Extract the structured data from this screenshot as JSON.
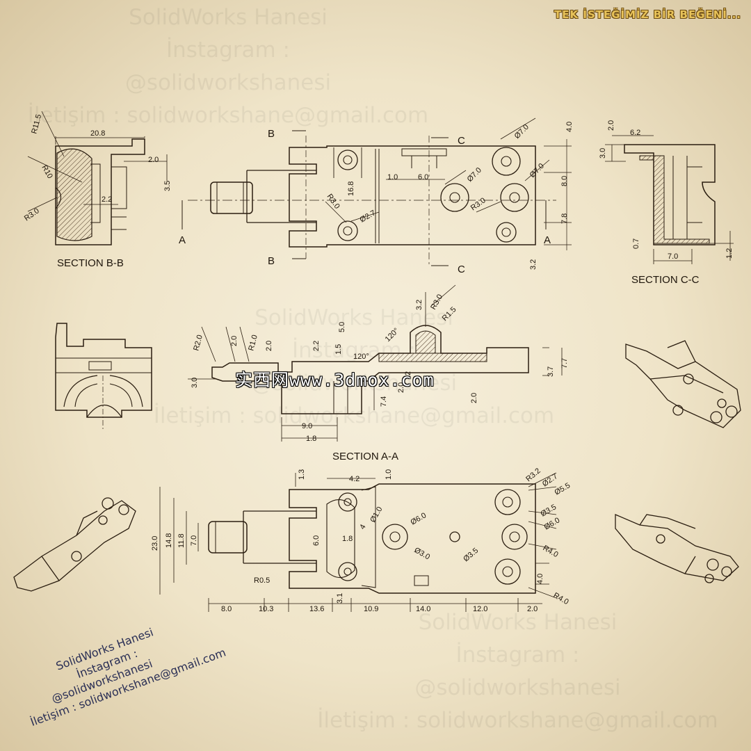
{
  "banner": "TEK İSTEĞİMİZ BİR BEĞENİ...",
  "watermark": {
    "line1": "SolidWorks Hanesi",
    "line2": "İnstagram :",
    "line3": "@solidworkshanesi",
    "line4": "İletişim : solidworkshane@gmail.com"
  },
  "site_watermark": "实西网www.3dmox.com",
  "signature": {
    "line1": "SolidWorks Hanesi",
    "line2": "İnstagram :",
    "line3": "@solidworkshanesi",
    "line4": "İletişim : solidworkshane@gmail.com"
  },
  "sections": {
    "bb": "SECTION B-B",
    "cc": "SECTION C-C",
    "aa": "SECTION A-A"
  },
  "cut_labels": {
    "a": "A",
    "b": "B",
    "c": "C"
  },
  "dims": {
    "bb": {
      "r115": "R11.5",
      "w208": "20.8",
      "d20": "2.0",
      "r10": "R10",
      "d35": "3.5",
      "d22": "2.2",
      "r30": "R3.0"
    },
    "top": {
      "d70a": "Ø7.0",
      "d40": "4.0",
      "d70b": "Ø7.0",
      "d70c": "Ø7.0",
      "d10": "1.0",
      "d60": "6.0",
      "d168": "16.8",
      "d80": "8.0",
      "r30a": "R3.0",
      "r30b": "R3.0",
      "d27": "Ø2.7",
      "d78": "7.8",
      "d32": "3.2"
    },
    "cc": {
      "d20": "2.0",
      "d62": "6.2",
      "d30": "3.0",
      "d07": "0.7",
      "d70": "7.0",
      "d12": "1.2"
    },
    "aa": {
      "r20": "R2.0",
      "d20a": "2.0",
      "r10": "R1.0",
      "d20b": "2.0",
      "d22": "2.2",
      "d15": "1.5",
      "d50": "5.0",
      "d120": "120°",
      "d120b": "120°",
      "d32": "3.2",
      "r30": "R3.0",
      "r15": "R1.5",
      "d30": "3.0",
      "d37": "3.7",
      "d77": "7.7",
      "d74": "7.4",
      "d20c": "2.0",
      "d20d": "2.0",
      "d90": "9.0",
      "d18": "1.8",
      "d2": "2"
    },
    "bottom": {
      "d13": "1.3",
      "d42": "4.2",
      "d10": "1.0",
      "r32": "R3.2",
      "d27": "Ø2.7",
      "d55": "Ø5.5",
      "d230": "23.0",
      "d148": "14.8",
      "d118": "11.8",
      "d70": "7.0",
      "d60v": "6.0",
      "d18": "1.8",
      "d4": "4",
      "d10b": "Ø1.0",
      "d60a": "Ø6.0",
      "d30": "Ø3.0",
      "d35a": "Ø3.5",
      "d35b": "Ø3.5",
      "d60b": "Ø6.0",
      "r40a": "R4.0",
      "d40v": "4.0",
      "r40b": "R4.0",
      "r05": "R0.5",
      "d31": "3.1",
      "s80": "8.0",
      "s103": "10.3",
      "s136": "13.6",
      "s109": "10.9",
      "s140": "14.0",
      "s120": "12.0",
      "s20": "2.0"
    }
  }
}
